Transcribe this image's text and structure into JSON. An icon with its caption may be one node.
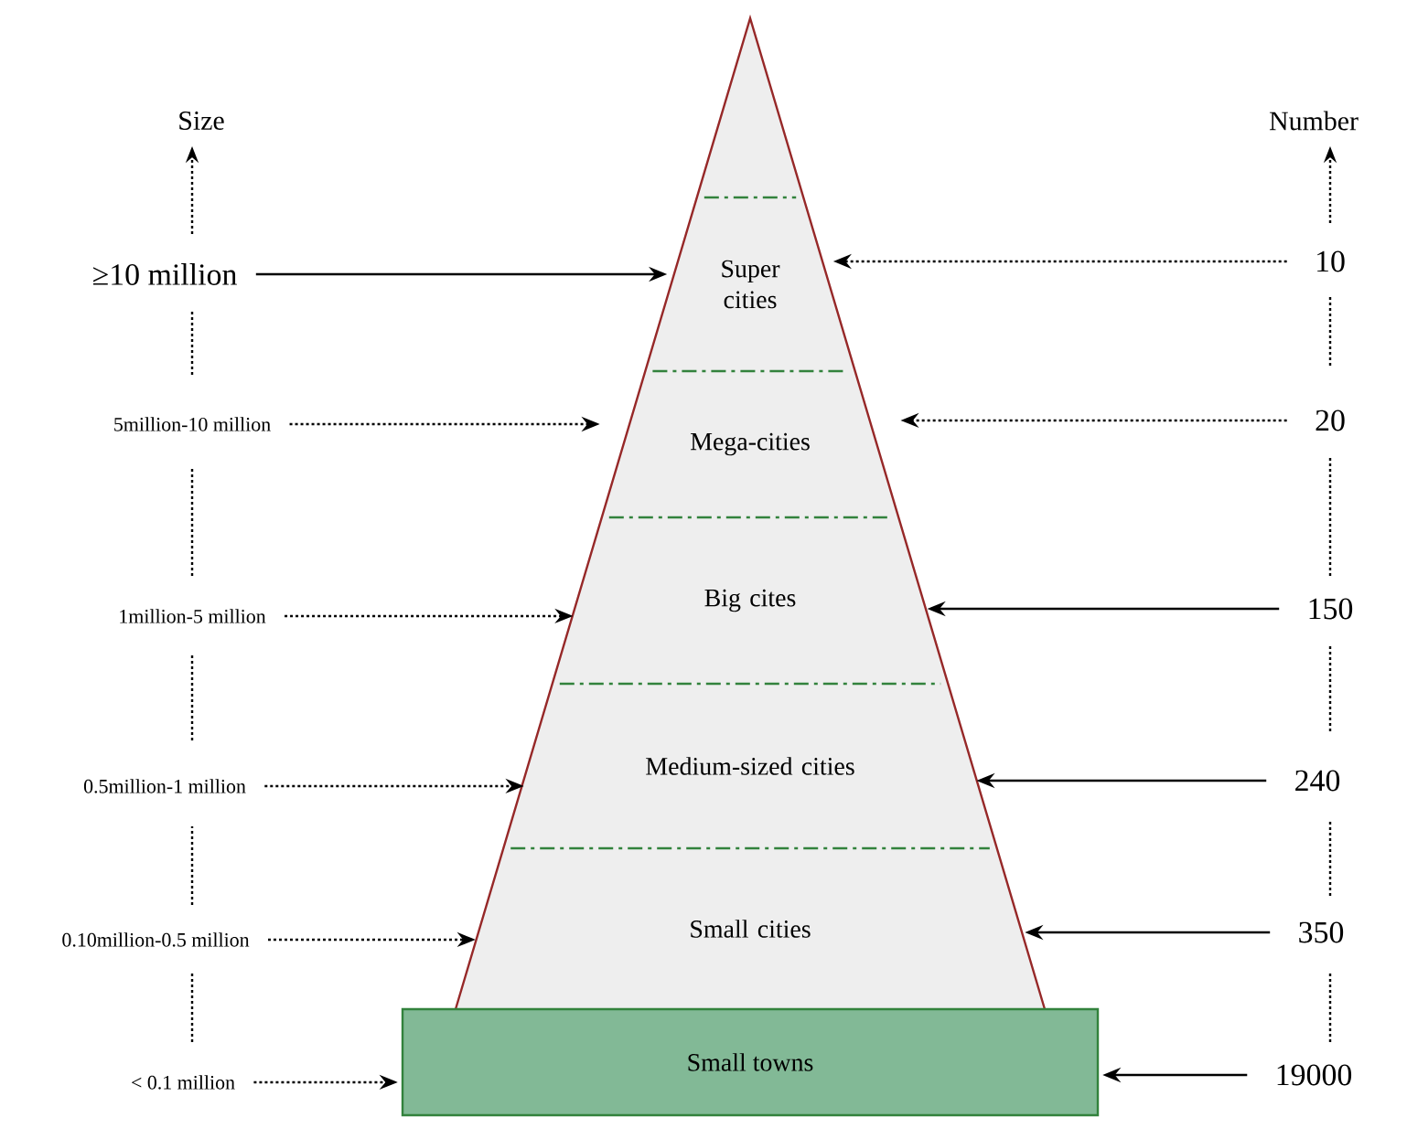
{
  "diagram": {
    "nodes": [
      {
        "text": [
          "Super cities"
        ]
      },
      {
        "text": [
          "Mega-cities"
        ]
      },
      {
        "text": [
          "Big cites"
        ]
      },
      {
        "text": [
          "Medium-sized cities"
        ]
      },
      {
        "text": [
          "Small cities"
        ]
      },
      {
        "text": [
          "Small towns"
        ]
      },
      {
        "text": [
          "≥10 million"
        ]
      },
      {
        "text": [
          "5million-10 million"
        ]
      },
      {
        "text": [
          "1million-5 million"
        ]
      },
      {
        "text": [
          "0.5million-1 million"
        ]
      },
      {
        "text": [
          "0.10million-0.5 million"
        ]
      },
      {
        "text": [
          "< 0.1 million"
        ]
      },
      {
        "text": [
          "10"
        ]
      },
      {
        "text": [
          "20"
        ]
      },
      {
        "text": [
          "150"
        ]
      },
      {
        "text": [
          "240"
        ]
      },
      {
        "text": [
          "350"
        ]
      },
      {
        "text": [
          "19000"
        ]
      }
    ],
    "edges": [
      {
        "from": 6,
        "to": 0,
        "arrow": "to"
      },
      {
        "from": 7,
        "to": 1,
        "arrow": "to",
        "style": "dashed"
      },
      {
        "from": 8,
        "to": 2,
        "arrow": "to",
        "style": "dashed"
      },
      {
        "from": 9,
        "to": 3,
        "arrow": "to",
        "style": "dashed"
      },
      {
        "from": 10,
        "to": 4,
        "arrow": "to",
        "style": "dashed"
      },
      {
        "from": 11,
        "to": 5,
        "arrow": "to",
        "style": "dashed"
      },
      {
        "from": 12,
        "to": 0,
        "arrow": "to",
        "style": "dashed"
      },
      {
        "from": 13,
        "to": 1,
        "arrow": "to",
        "style": "dashed"
      },
      {
        "from": 14,
        "to": 2,
        "arrow": "to"
      },
      {
        "from": 15,
        "to": 3,
        "arrow": "to"
      },
      {
        "from": 16,
        "to": 4,
        "arrow": "to"
      },
      {
        "from": 17,
        "to": 5,
        "arrow": "to"
      }
    ],
    "labels": [
      "Size",
      "Number"
    ]
  }
}
